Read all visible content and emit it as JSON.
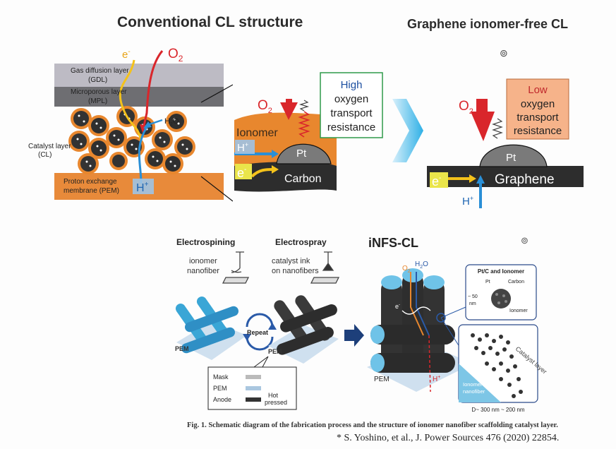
{
  "titles": {
    "conventional": "Conventional  CL structure",
    "graphene": "Graphene ionomer-free CL"
  },
  "conventional_left": {
    "e_label": "e",
    "e_sup": "-",
    "o2_label": "O",
    "o2_sub": "2",
    "gdl_1": "Gas diffusion layer",
    "gdl_2": "(GDL)",
    "mpl_1": "Microporous layer",
    "mpl_2": "(MPL)",
    "h2o_label": "H",
    "h2o_sub": "2",
    "h2o_tail": "O",
    "cl_1": "Catalyst layer",
    "cl_2": "(CL)",
    "pem_1": "Proton exchange",
    "pem_2": "membrane (PEM)",
    "h_label": "H",
    "h_sup": "+"
  },
  "conventional_zoom": {
    "o2_label": "O",
    "o2_sub": "2",
    "ionomer": "Ionomer",
    "h_label": "H",
    "h_sup": "+",
    "pt": "Pt",
    "e_label": "e",
    "e_sup": "-",
    "carbon": "Carbon",
    "box_1": "High",
    "box_2": "oxygen",
    "box_3": "transport",
    "box_4": "resistance"
  },
  "graphene_zoom": {
    "o2_label": "O",
    "o2_sub": "2",
    "pt": "Pt",
    "e_label": "e",
    "e_sup": "-",
    "graphene": "Graphene",
    "h_label": "H",
    "h_sup": "+",
    "box_1": "Low",
    "box_2": "oxygen",
    "box_3": "transport",
    "box_4": "resistance"
  },
  "fabrication": {
    "electrospining": "Electrospining",
    "nanofiber_1": "ionomer",
    "nanofiber_2": "nanofiber",
    "electrospray": "Electrospray",
    "ink_1": "catalyst ink",
    "ink_2": "on nanofibers",
    "repeat": "Repeat",
    "pem_a": "PEM",
    "pem_b": "PEM",
    "legend_mask": "Mask",
    "legend_pem": "PEM",
    "legend_anode": "Anode",
    "legend_hot": "Hot",
    "legend_pressed": "pressed"
  },
  "infs": {
    "title": "iNFS-CL",
    "o2": "O",
    "o2_sub": "2",
    "h2o": "H",
    "h2o_sub": "2",
    "h2o_tail": "O",
    "e": "e",
    "e_sup": "-",
    "h": "H",
    "h_sup": "+",
    "pem": "PEM",
    "inset_title": "Pt/C and Ionomer",
    "inset_pt": "Pt",
    "inset_carbon": "Carbon",
    "inset_size_1": "~ 50",
    "inset_size_2": "nm",
    "inset_ionomer": "Ionomer",
    "catalyst_layer": "Catalyst layer",
    "ionomer_nf_1": "Ionomer",
    "ionomer_nf_2": "nanofiber",
    "dimension": "D~ 300 nm ~ 200 nm"
  },
  "caption": "Fig. 1.  Schematic diagram of the fabrication process and the structure of ionomer nanofiber scaffolding catalyst layer.",
  "reference": "* S. Yoshino, et al., J. Power Sources 476 (2020) 22854.",
  "colors": {
    "orange": "#e8872e",
    "gdl_gray": "#bdbbc4",
    "mpl_gray": "#6e6e72",
    "pem_orange": "#e88a3a",
    "blue": "#2a8fd6",
    "red": "#d9262b",
    "yellow": "#f4c21b",
    "chevron": "#5bc3ea",
    "dark": "#2d2d2d"
  }
}
